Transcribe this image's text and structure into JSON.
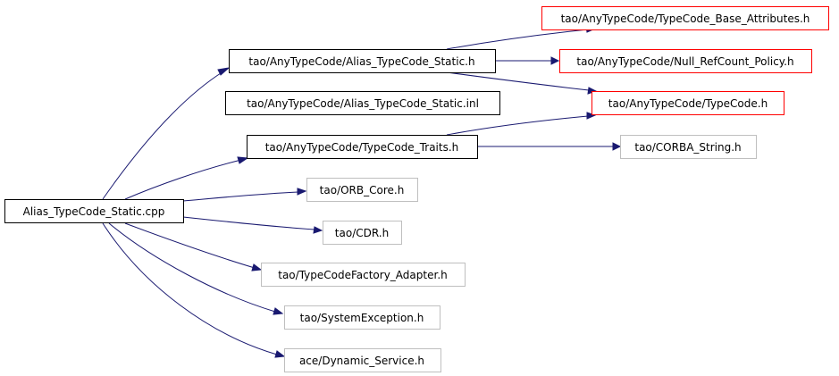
{
  "colors": {
    "edge": "#191970",
    "root_fill": "#bfbfbf",
    "documented_border": "#000000",
    "undocumented_border": "#bfbfbf",
    "truncated_border": "#ff0000"
  },
  "nodes": {
    "root": {
      "label": "Alias_TypeCode_Static.cpp",
      "kind": "root"
    },
    "alias_h": {
      "label": "tao/AnyTypeCode/Alias_TypeCode_Static.h",
      "kind": "documented"
    },
    "alias_inl": {
      "label": "tao/AnyTypeCode/Alias_TypeCode_Static.inl",
      "kind": "documented"
    },
    "traits_h": {
      "label": "tao/AnyTypeCode/TypeCode_Traits.h",
      "kind": "documented"
    },
    "base_attr_h": {
      "label": "tao/AnyTypeCode/TypeCode_Base_Attributes.h",
      "kind": "truncated"
    },
    "null_ref_h": {
      "label": "tao/AnyTypeCode/Null_RefCount_Policy.h",
      "kind": "truncated"
    },
    "typecode_h": {
      "label": "tao/AnyTypeCode/TypeCode.h",
      "kind": "truncated"
    },
    "corba_string_h": {
      "label": "tao/CORBA_String.h",
      "kind": "undocumented"
    },
    "orb_core_h": {
      "label": "tao/ORB_Core.h",
      "kind": "undocumented"
    },
    "cdr_h": {
      "label": "tao/CDR.h",
      "kind": "undocumented"
    },
    "factory_adapter_h": {
      "label": "tao/TypeCodeFactory_Adapter.h",
      "kind": "undocumented"
    },
    "sys_exception_h": {
      "label": "tao/SystemException.h",
      "kind": "undocumented"
    },
    "dyn_service_h": {
      "label": "ace/Dynamic_Service.h",
      "kind": "undocumented"
    }
  }
}
